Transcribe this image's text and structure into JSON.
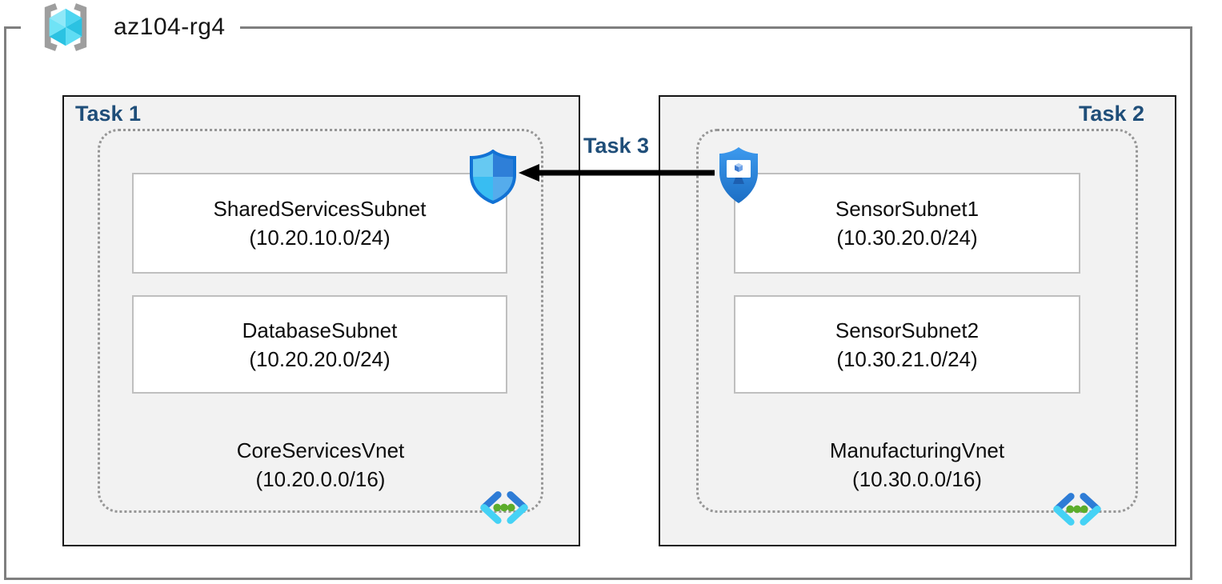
{
  "header": {
    "resource_group": "az104-rg4"
  },
  "task1": {
    "label": "Task 1",
    "subnets": [
      {
        "name": "SharedServicesSubnet",
        "cidr": "(10.20.10.0/24)"
      },
      {
        "name": "DatabaseSubnet",
        "cidr": "(10.20.20.0/24)"
      }
    ],
    "vnet": {
      "name": "CoreServicesVnet",
      "cidr": "(10.20.0.0/16)"
    }
  },
  "task2": {
    "label": "Task 2",
    "subnets": [
      {
        "name": "SensorSubnet1",
        "cidr": "(10.30.20.0/24)"
      },
      {
        "name": "SensorSubnet2",
        "cidr": "(10.30.21.0/24)"
      }
    ],
    "vnet": {
      "name": "ManufacturingVnet",
      "cidr": "(10.30.0.0/16)"
    }
  },
  "task3": {
    "label": "Task 3"
  },
  "icons": {
    "resource_group": "resource-group-icon",
    "left_shield": "network-security-shield-icon",
    "right_shield": "bastion-shield-icon",
    "vnet": "virtual-network-icon",
    "arrow": "task3-arrow"
  },
  "colors": {
    "task_label": "#1F4E79",
    "box_fill": "#F2F2F2",
    "box_border": "#141414",
    "outer_border": "#7F7F7F",
    "subnet_border": "#BFBFBF",
    "dotted_border": "#969696",
    "arrow": "#000000",
    "shield_blue": "#1272D4",
    "vnet_chevron_dark": "#2E7CD6",
    "vnet_chevron_cyan": "#45D2F5",
    "vnet_dot_green": "#5CAD2C"
  }
}
